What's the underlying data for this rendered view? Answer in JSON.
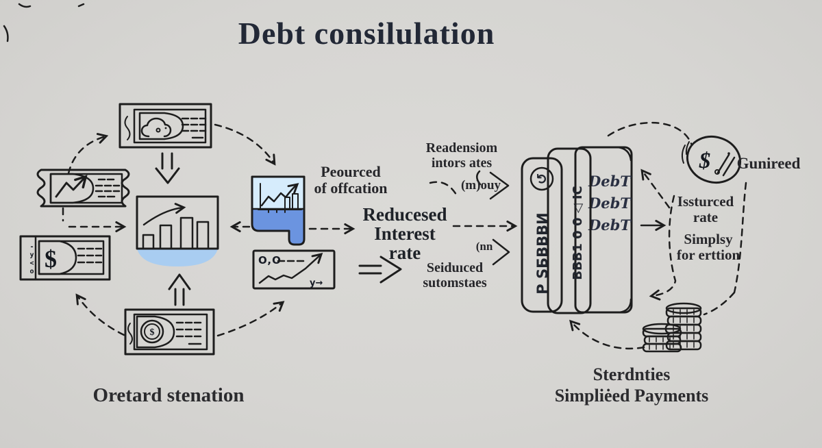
{
  "title": "Debt consilulation",
  "captions": {
    "left": "Oretard stenation",
    "right1": "Sterdnties",
    "right2": "Simpliėed Payments"
  },
  "annotations": {
    "peourced1": "Peourced",
    "peourced2": "of offcation",
    "reduced1": "Reducesed",
    "reduced2": "Interest",
    "reduced3": "rate",
    "readensiom1": "Readensiom",
    "readensiom2": "intors ates",
    "mouy": "(m)ouy",
    "nn": "(nn",
    "seiduced1": "Seiduıced",
    "seiduced2": "sutomstaes",
    "gunireed": "Gunireed",
    "issturced1": "Issturced",
    "issturced2": "rate",
    "simply1": "Simplsy",
    "simply2": "for erttion"
  },
  "booklet": {
    "spine": "P SБBBBИ",
    "middle": "BBB1 0 0 ◁ IC",
    "page1": "DebT",
    "page2": "DebT",
    "page3": "DebT"
  },
  "icons": {
    "dollar_sign": "$",
    "coin_dollar": "$",
    "oo": "O,O",
    "y_arrow": "y→",
    "undo_arrow": "↺",
    "badge_dollar": "$",
    "strip_glyphs": "-y<o"
  },
  "colors": {
    "background": "#d8d7d4",
    "ink": "#1d1d1d",
    "card_blue": "#6b94e0",
    "card_light_blue": "#cfe7fa",
    "chart_yellow": "#f5b12d",
    "booklet_orange": "#f3ae21",
    "coin_gold": "#f1ae27",
    "badge_blue": "#c5ddec",
    "text_navy": "#242a38"
  }
}
